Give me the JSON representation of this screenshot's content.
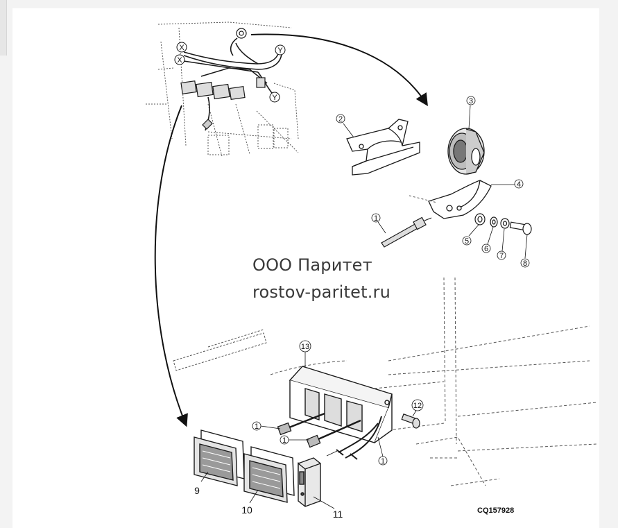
{
  "watermark": {
    "line1": "ООО Паритет",
    "line2": "rostov-paritet.ru"
  },
  "figure_code": "CQ157928",
  "wire_markers": {
    "x_top": "X",
    "x_bottom": "X",
    "y_top": "Y",
    "y_bottom": "Y"
  },
  "callouts": {
    "c1a": "1",
    "c1b": "1",
    "c1c": "1",
    "c1d": "1",
    "c2": "2",
    "c3": "3",
    "c4": "4",
    "c5": "5",
    "c6": "6",
    "c7": "7",
    "c8": "8",
    "c9": "9",
    "c10": "10",
    "c11": "11",
    "c12": "12",
    "c13": "13"
  },
  "colors": {
    "ink": "#1a1a1a",
    "sketch": "#555555",
    "paper": "#ffffff"
  }
}
